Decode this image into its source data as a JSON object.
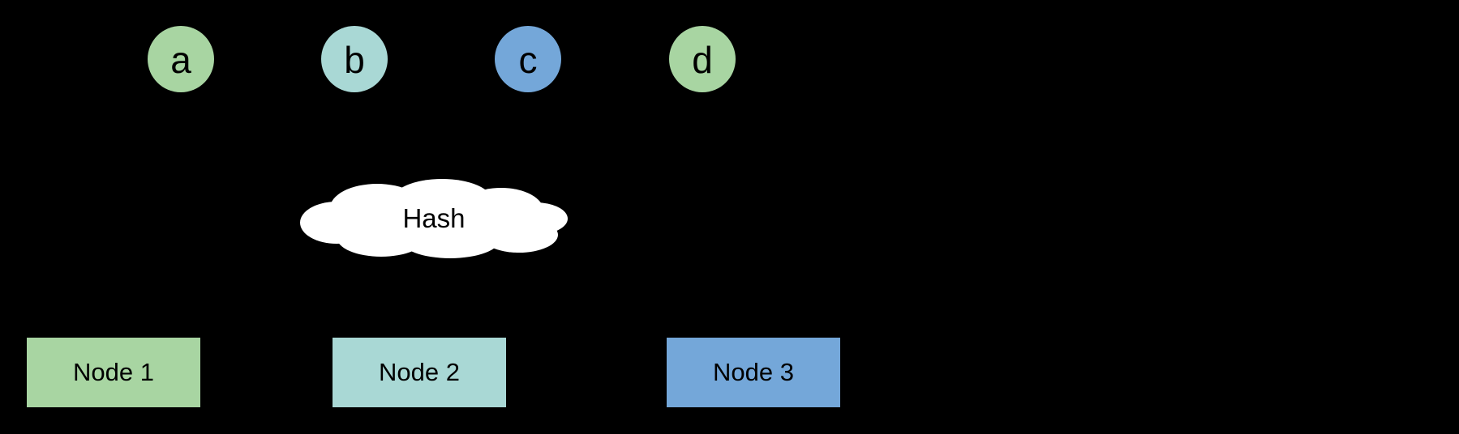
{
  "diagram": {
    "background": "#000000",
    "keys": [
      {
        "label": "a",
        "color": "#a8d5a2"
      },
      {
        "label": "b",
        "color": "#a9d8d5"
      },
      {
        "label": "c",
        "color": "#74a7d9"
      },
      {
        "label": "d",
        "color": "#a8d5a2"
      }
    ],
    "hash": {
      "label": "Hash",
      "fill": "#ffffff",
      "text_color": "#000000"
    },
    "nodes": [
      {
        "label": "Node 1",
        "color": "#a8d5a2"
      },
      {
        "label": "Node 2",
        "color": "#a9d8d5"
      },
      {
        "label": "Node 3",
        "color": "#74a7d9"
      }
    ]
  }
}
